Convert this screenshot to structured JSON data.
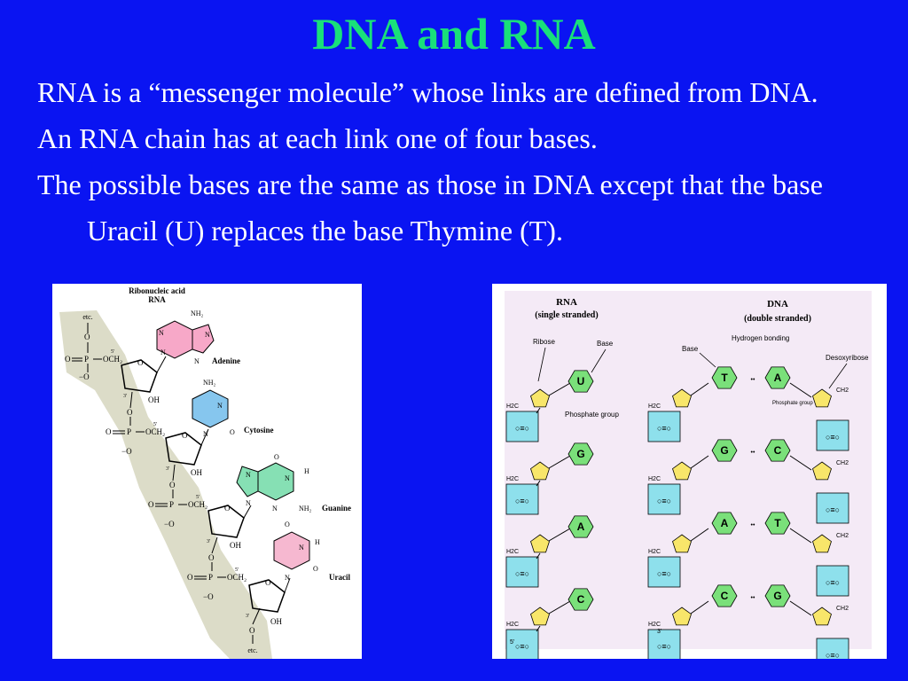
{
  "slide": {
    "title": "DNA and RNA",
    "bullets": [
      "RNA is a “messenger molecule” whose links are defined from DNA.",
      "An RNA chain has at each link one of four bases.",
      "The possible bases are the same as those in DNA except that the base Uracil (U) replaces the base Thymine (T)."
    ]
  },
  "left_figure": {
    "title_line1": "Ribonucleic acid",
    "title_line2": "RNA",
    "etc_top": "etc.",
    "etc_bottom": "etc.",
    "bases": [
      "Adenine",
      "Cytosine",
      "Guanine",
      "Uracil"
    ],
    "atoms": {
      "o": "O",
      "p": "P",
      "och2": "OCH₂",
      "oh": "OH",
      "neg_o": "−O",
      "n": "N",
      "nh2": "NH₂",
      "h": "H",
      "five": "5'",
      "three": "3'"
    },
    "colors": {
      "backbone": "#dcdcc8",
      "adenine": "#f7a8c8",
      "cytosine": "#86c6ee",
      "guanine": "#86e0b4",
      "uracil": "#f6b8d0"
    }
  },
  "right_figure": {
    "rna_title": "RNA",
    "rna_sub": "(single stranded)",
    "dna_title": "DNA",
    "dna_sub": "(double stranded)",
    "labels": {
      "ribose": "Ribose",
      "base": "Base",
      "base2": "Base",
      "hydrogen_bonding": "Hydrogen bonding",
      "desoxyribose": "Desoxyribose",
      "phosphate_group": "Phosphate group",
      "phosphate_group2": "Phosphate group",
      "h2c": "H2C",
      "ch2": "CH2",
      "five": "5'",
      "three": "3'"
    },
    "rna_bases": [
      "U",
      "G",
      "A",
      "C"
    ],
    "dna_pairs": [
      [
        "T",
        "A"
      ],
      [
        "G",
        "C"
      ],
      [
        "A",
        "T"
      ],
      [
        "C",
        "G"
      ]
    ],
    "colors": {
      "background": "#f4eaf6",
      "sugar": "#f8e66a",
      "base": "#7ae07a",
      "phosphate": "#8ee0ec"
    }
  }
}
